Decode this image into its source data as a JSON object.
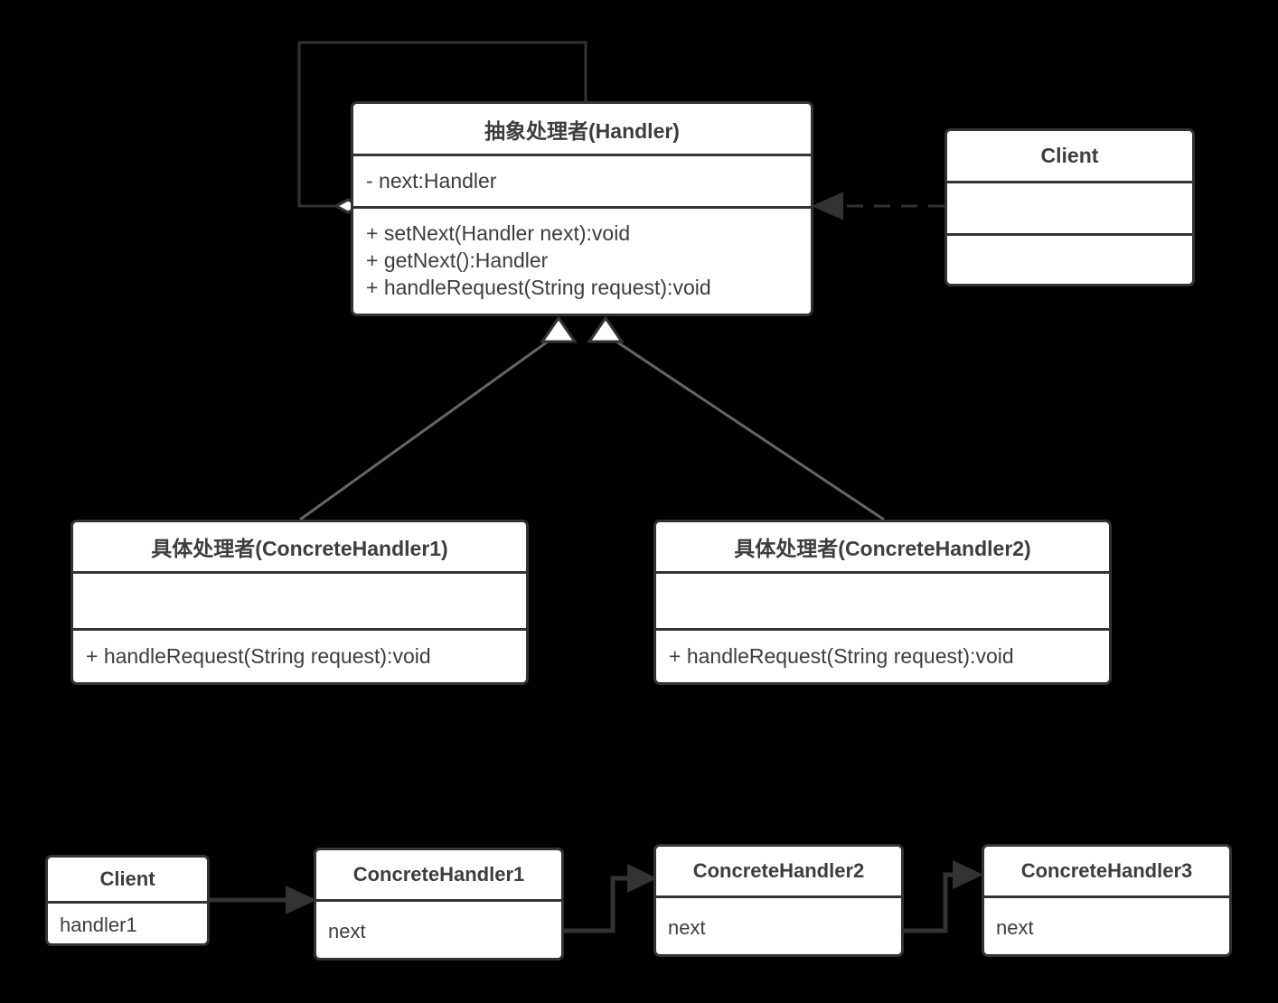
{
  "diagram": {
    "title": "Chain of Responsibility UML class diagram",
    "background_color": "#000000",
    "box_fill": "#ffffff",
    "border_color": "#333333",
    "text_color": "#3d3d3d"
  },
  "class_diagram": {
    "handler": {
      "name": "抽象处理者(Handler)",
      "attributes": [
        "- next:Handler"
      ],
      "operations": [
        "+ setNext(Handler next):void",
        "+ getNext():Handler",
        "+ handleRequest(String request):void"
      ]
    },
    "client": {
      "name": "Client",
      "attributes": [],
      "operations": []
    },
    "concrete_handler_1": {
      "name": "具体处理者(ConcreteHandler1)",
      "attributes": [],
      "operations": [
        "+ handleRequest(String request):void"
      ]
    },
    "concrete_handler_2": {
      "name": "具体处理者(ConcreteHandler2)",
      "attributes": [],
      "operations": [
        "+ handleRequest(String request):void"
      ]
    },
    "relations": [
      {
        "name": "self-aggregation",
        "from": "handler",
        "to": "handler",
        "type": "aggregation",
        "marker": "hollow-diamond"
      },
      {
        "name": "client-dependency",
        "from": "client",
        "to": "handler",
        "type": "dependency",
        "marker": "filled-arrow",
        "line": "dashed"
      },
      {
        "name": "inheritance-1",
        "from": "concrete_handler_1",
        "to": "handler",
        "type": "generalization",
        "marker": "hollow-triangle"
      },
      {
        "name": "inheritance-2",
        "from": "concrete_handler_2",
        "to": "handler",
        "type": "generalization",
        "marker": "hollow-triangle"
      }
    ]
  },
  "object_chain": {
    "nodes": [
      {
        "name": "Client",
        "field": "handler1"
      },
      {
        "name": "ConcreteHandler1",
        "field": "next"
      },
      {
        "name": "ConcreteHandler2",
        "field": "next"
      },
      {
        "name": "ConcreteHandler3",
        "field": "next"
      }
    ],
    "links": [
      {
        "name": "client-to-ch1",
        "from": "Client",
        "to": "ConcreteHandler1",
        "marker": "filled-arrow"
      },
      {
        "name": "ch1-to-ch2",
        "from": "ConcreteHandler1",
        "to": "ConcreteHandler2",
        "marker": "filled-arrow"
      },
      {
        "name": "ch2-to-ch3",
        "from": "ConcreteHandler2",
        "to": "ConcreteHandler3",
        "marker": "filled-arrow"
      }
    ]
  }
}
